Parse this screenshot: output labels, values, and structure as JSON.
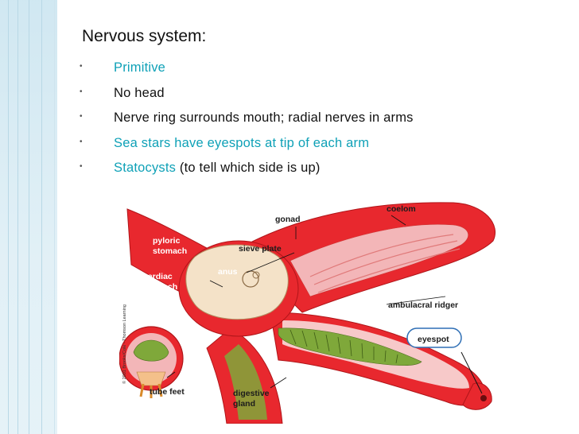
{
  "slide": {
    "title": "Nervous system:",
    "bullets": [
      {
        "parts": [
          {
            "text": "Primitive",
            "color": "#0fa1b7"
          }
        ]
      },
      {
        "parts": [
          {
            "text": "No head"
          }
        ]
      },
      {
        "parts": [
          {
            "text": "Nerve ring surrounds mouth; radial nerves in arms"
          }
        ]
      },
      {
        "parts": [
          {
            "text": "Sea stars have eyespots at tip of each arm",
            "color": "#0fa1b7"
          }
        ]
      },
      {
        "parts": [
          {
            "text": "Statocysts",
            "color": "#0fa1b7"
          },
          {
            "text": " (to tell which side is up)"
          }
        ]
      }
    ],
    "bullet_glyph": "•"
  },
  "diagram": {
    "labels": {
      "gonad": "gonad",
      "coelom": "coelom",
      "pyloric": "pyloric",
      "stomach": "stomach",
      "sieve_plate": "sieve plate",
      "cardiac": "cardiac",
      "cardiac_stomach": "stomach",
      "anus": "anus",
      "ambulacral": "ambulacral ridger",
      "eyespot": "eyespot",
      "tube_feet": "tube feet",
      "digestive": "digestive",
      "gland": "gland",
      "copyright": "© 2001 Brooks/Cole - Thomson Learning"
    },
    "colors": {
      "body_red": "#e8282e",
      "inner_pink": "#f3b6b8",
      "gland_green": "#7fa83a",
      "stomach_cream": "#f4e2c8",
      "eyespot_ring": "#2f6fb5"
    }
  }
}
